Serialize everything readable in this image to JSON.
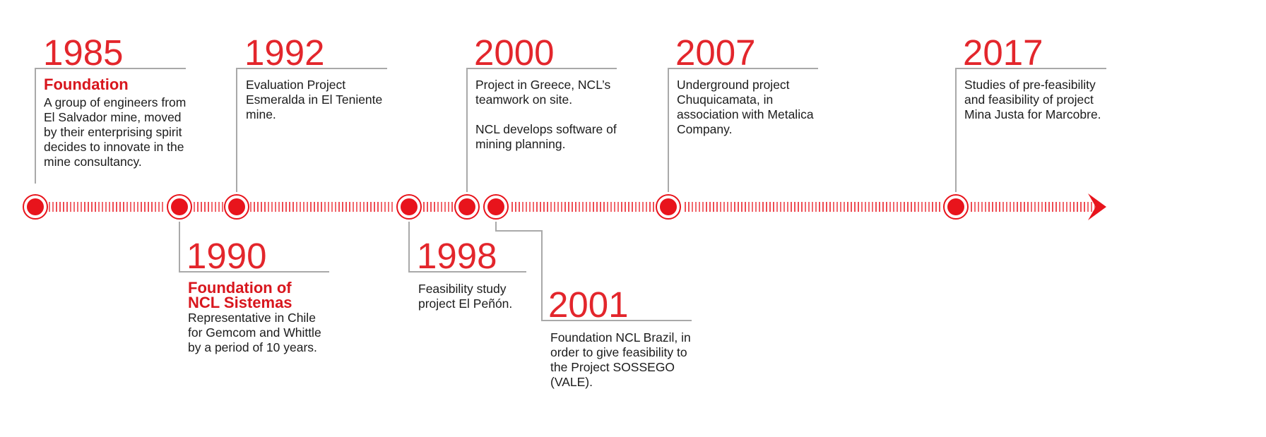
{
  "colors": {
    "accent": "#e8141c",
    "line": "#a9a9a9",
    "text": "#1c1c1c"
  },
  "events": [
    {
      "year": "1985",
      "title": "Foundation",
      "description": "A group of engineers from\nEl Salvador mine, moved\nby their enterprising spirit\ndecides to innovate in the\nmine consultancy."
    },
    {
      "year": "1990",
      "title": "Foundation of\nNCL Sistemas",
      "description": "Representative in Chile\nfor Gemcom and Whittle\nby a period of 10 years."
    },
    {
      "year": "1992",
      "title": "",
      "description": "Evaluation Project\nEsmeralda in El Teniente\nmine."
    },
    {
      "year": "1998",
      "title": "",
      "description": "Feasibility study\nproject El Peñón."
    },
    {
      "year": "2000",
      "title": "",
      "description": "Project in Greece, NCL’s\nteamwork on site.\n\nNCL develops software of\nmining planning."
    },
    {
      "year": "2001",
      "title": "",
      "description": "Foundation NCL Brazil, in\norder to give feasibility to\nthe Project SOSSEGO\n(VALE)."
    },
    {
      "year": "2007",
      "title": "",
      "description": "Underground project\nChuquicamata, in\nassociation with Metalica\nCompany."
    },
    {
      "year": "2017",
      "title": "",
      "description": "Studies of pre-feasibility\nand feasibility of project\nMina Justa for Marcobre."
    }
  ]
}
